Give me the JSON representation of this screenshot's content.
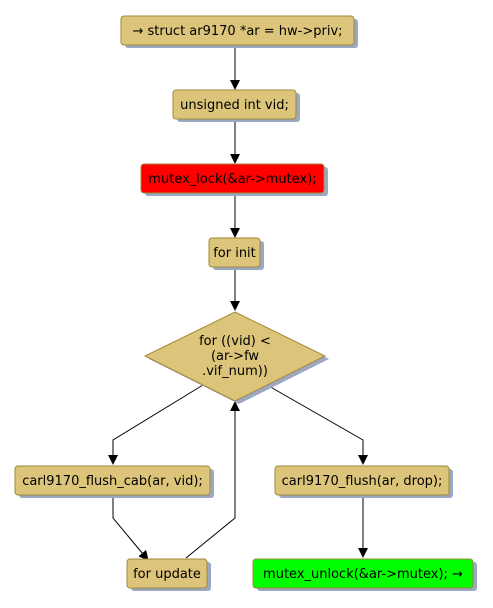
{
  "diagram": {
    "nodes": {
      "start": {
        "label": "→ struct ar9170 *ar = hw->priv;",
        "fill": "#dcc47a"
      },
      "vid_decl": {
        "label": "unsigned int vid;",
        "fill": "#dcc47a"
      },
      "mutex_lock": {
        "label": "mutex_lock(&ar->mutex);",
        "fill": "#ff0000"
      },
      "for_init": {
        "label": "for init",
        "fill": "#dcc47a"
      },
      "loop_condition": {
        "lines": [
          "for ((vid) <",
          "(ar->fw",
          ".vif_num))"
        ],
        "fill": "#dcc47a"
      },
      "flush_cab": {
        "label": "carl9170_flush_cab(ar, vid);",
        "fill": "#dcc47a"
      },
      "for_update": {
        "label": "for update",
        "fill": "#dcc47a"
      },
      "flush": {
        "label": "carl9170_flush(ar, drop);",
        "fill": "#dcc47a"
      },
      "mutex_unlock": {
        "label": "mutex_unlock(&ar->mutex); →",
        "fill": "#00ff00"
      }
    },
    "colors": {
      "shadow": "#9aa8c2",
      "border": "#a08a3a",
      "edge": "#000000"
    }
  }
}
